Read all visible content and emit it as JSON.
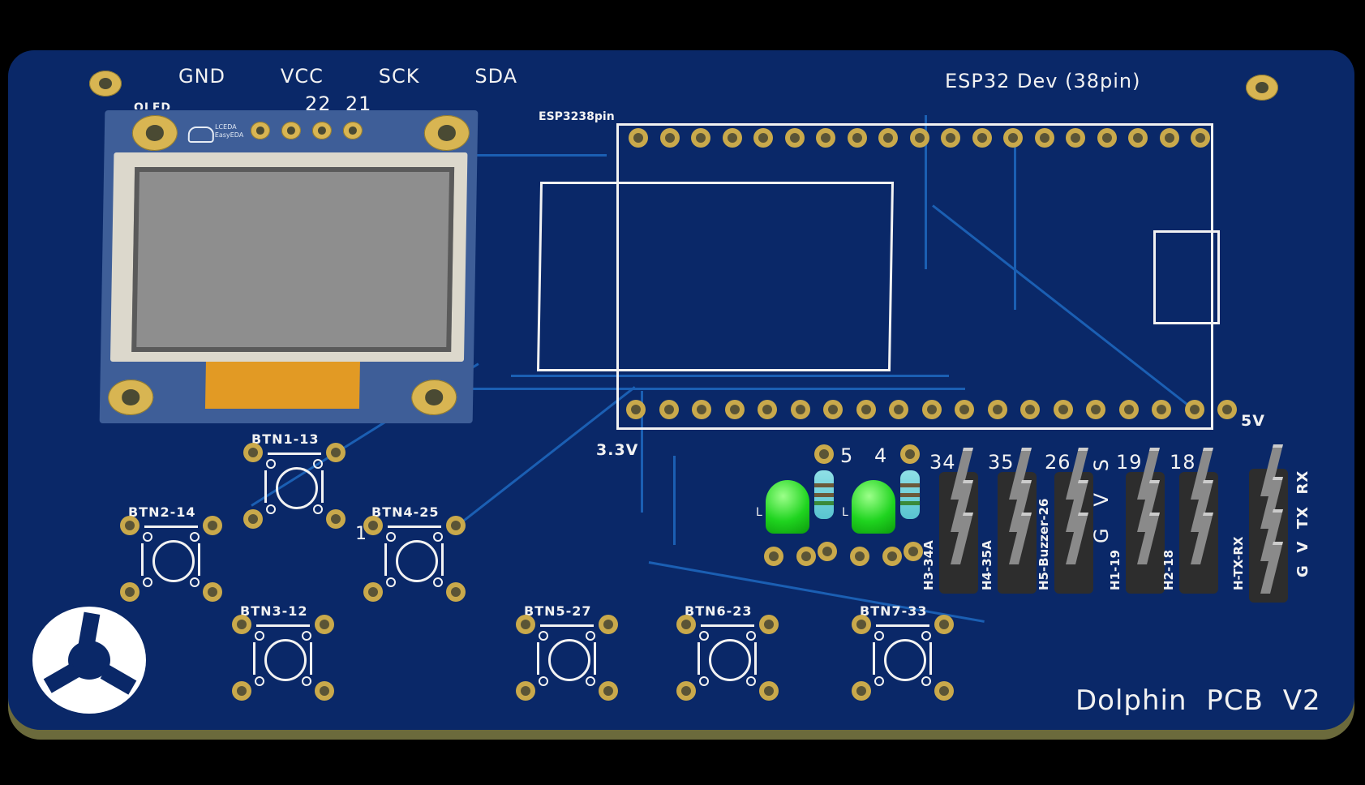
{
  "board": {
    "title": "Dolphin PCB V2",
    "colors": {
      "soldermask": "#0a2868",
      "silkscreen": "#f2f2f2",
      "pad": "#d8b552",
      "trace": "#1b5fb3",
      "led": "#1fd41f"
    }
  },
  "oled": {
    "pin_labels": [
      "GND",
      "VCC",
      "SCK",
      "SDA"
    ],
    "pin_numbers": [
      "22",
      "21"
    ],
    "designator": "OLED",
    "brand_line1": "LCEDA",
    "brand_line2": "EasyEDA",
    "brand_icon": "cloud-car-icon"
  },
  "esp32": {
    "title": "ESP32 Dev (38pin)",
    "designator": "ESP3238pin",
    "label_3v3": "3.3V",
    "label_5v": "5V"
  },
  "leds": [
    {
      "resistor_label": "5",
      "prefix": "L"
    },
    {
      "resistor_label": "4",
      "prefix": "L"
    }
  ],
  "headers": [
    {
      "label": "H3-34A",
      "top_label": "34"
    },
    {
      "label": "H4-35A",
      "top_label": "35"
    },
    {
      "label": "H5-Buzzer-26",
      "top_label": "26"
    },
    {
      "label": "H1-19",
      "top_label": "19"
    },
    {
      "label": "H2-18",
      "top_label": "18"
    },
    {
      "label": "H-TX-RX",
      "top_label": ""
    }
  ],
  "header_pin_labels": {
    "servo": [
      "G",
      "V",
      "S"
    ],
    "uart": [
      "G",
      "V",
      "TX",
      "RX"
    ]
  },
  "buttons": [
    {
      "label": "BTN1-13"
    },
    {
      "label": "BTN2-14"
    },
    {
      "label": "BTN4-25"
    },
    {
      "label": "BTN3-12"
    },
    {
      "label": "BTN5-27"
    },
    {
      "label": "BTN6-23"
    },
    {
      "label": "BTN7-33"
    }
  ],
  "misc": {
    "btn4_prefix": "1"
  },
  "logo": "open-hardware-logo-icon"
}
